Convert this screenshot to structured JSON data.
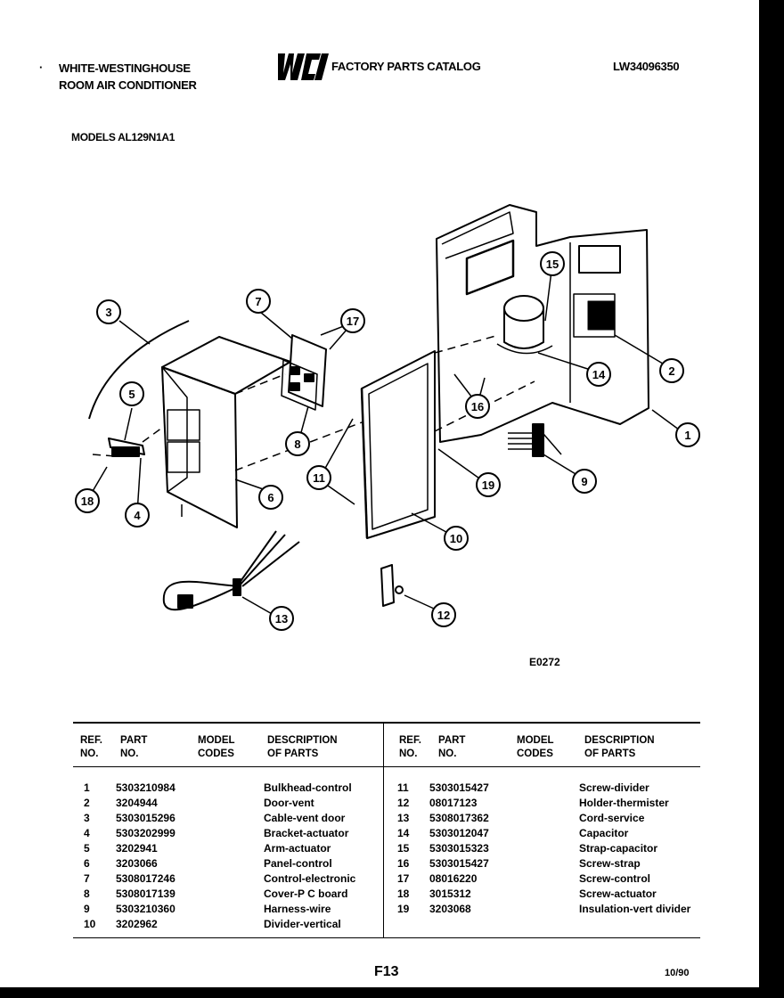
{
  "header": {
    "brand_line1": "WHITE-WESTINGHOUSE",
    "brand_line2": "ROOM AIR CONDITIONER",
    "logo_text": "WCI",
    "catalog_title": "FACTORY PARTS CATALOG",
    "catalog_code": "LW34096350",
    "models": "MODELS AL129N1A1"
  },
  "diagram": {
    "callouts": [
      "1",
      "2",
      "3",
      "4",
      "5",
      "6",
      "7",
      "8",
      "9",
      "10",
      "11",
      "12",
      "13",
      "14",
      "15",
      "16",
      "17",
      "18",
      "19"
    ],
    "figure_code": "E0272"
  },
  "table": {
    "columns": [
      "REF.\nNO.",
      "PART\nNO.",
      "MODEL\nCODES",
      "DESCRIPTION\nOF PARTS"
    ],
    "left": [
      {
        "ref": "1",
        "part": "5303210984",
        "desc": "Bulkhead-control"
      },
      {
        "ref": "2",
        "part": "3204944",
        "desc": "Door-vent"
      },
      {
        "ref": "3",
        "part": "5303015296",
        "desc": "Cable-vent door"
      },
      {
        "ref": "4",
        "part": "5303202999",
        "desc": "Bracket-actuator"
      },
      {
        "ref": "5",
        "part": "3202941",
        "desc": "Arm-actuator"
      },
      {
        "ref": "6",
        "part": "3203066",
        "desc": "Panel-control"
      },
      {
        "ref": "7",
        "part": "5308017246",
        "desc": "Control-electronic"
      },
      {
        "ref": "8",
        "part": "5308017139",
        "desc": "Cover-P C board"
      },
      {
        "ref": "9",
        "part": "5303210360",
        "desc": "Harness-wire"
      },
      {
        "ref": "10",
        "part": "3202962",
        "desc": "Divider-vertical"
      }
    ],
    "right": [
      {
        "ref": "11",
        "part": "5303015427",
        "desc": "Screw-divider"
      },
      {
        "ref": "12",
        "part": "08017123",
        "desc": "Holder-thermister"
      },
      {
        "ref": "13",
        "part": "5308017362",
        "desc": "Cord-service"
      },
      {
        "ref": "14",
        "part": "5303012047",
        "desc": "Capacitor"
      },
      {
        "ref": "15",
        "part": "5303015323",
        "desc": "Strap-capacitor"
      },
      {
        "ref": "16",
        "part": "5303015427",
        "desc": "Screw-strap"
      },
      {
        "ref": "17",
        "part": "08016220",
        "desc": "Screw-control"
      },
      {
        "ref": "18",
        "part": "3015312",
        "desc": "Screw-actuator"
      },
      {
        "ref": "19",
        "part": "3203068",
        "desc": "Insulation-vert divider"
      }
    ]
  },
  "footer": {
    "page": "F13",
    "date": "10/90"
  }
}
